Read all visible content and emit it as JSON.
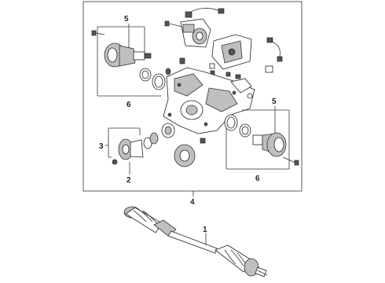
{
  "diagram": {
    "callouts": {
      "c1": "1",
      "c2": "2",
      "c3": "3",
      "c4": "4",
      "c5_left": "5",
      "c5_right": "5",
      "c6_left": "6",
      "c6_right": "6"
    }
  }
}
